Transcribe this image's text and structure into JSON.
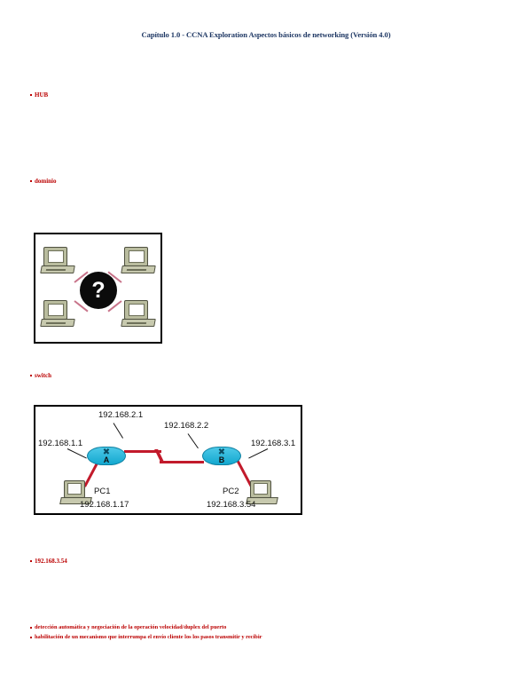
{
  "document": {
    "title": "Capítulo 1.0 - CCNA Exploration Aspectos básicos de networking (Versión 4.0)"
  },
  "sections": [
    {
      "id": "hub",
      "label": "HUB"
    },
    {
      "id": "dominio",
      "label": "dominio"
    },
    {
      "id": "switch",
      "label": "switch"
    },
    {
      "id": "ip",
      "label": "192.168.3.54"
    }
  ],
  "bullets": {
    "hub": "HUB",
    "dominio": "dominio",
    "switch": "switch",
    "ip": "192.168.3.54",
    "feature_1": "detección automática y negociación de la operación velocidad/duplex del puerto",
    "feature_2": "habilitación de un mecanismo que interrumpa el envío cliente los los pasos transmitir y recibir"
  },
  "figures": {
    "unknown_network": {
      "caption": "",
      "cloud_symbol": "?",
      "nodes": [
        {
          "name": "pc-top-left"
        },
        {
          "name": "pc-top-right"
        },
        {
          "name": "pc-bottom-left"
        },
        {
          "name": "pc-bottom-right"
        }
      ]
    },
    "router_topology": {
      "router_a_label": "A",
      "router_b_label": "B",
      "router_glyph": "✖",
      "labels": {
        "r1_serial": "192.168.2.1",
        "r2_serial": "192.168.2.2",
        "r1_lan": "192.168.1.1",
        "r2_lan": "192.168.3.1",
        "pc1_name": "PC1",
        "pc1_ip": "192.168.1.17",
        "pc2_name": "PC2",
        "pc2_ip": "192.168.3.54"
      }
    }
  },
  "colors": {
    "title": "#1f3864",
    "bullet_text": "#bb0000",
    "link": "#c21a2b",
    "router": "#13a8cf",
    "page_background": "#ffffff",
    "outer_background": "#000000"
  }
}
